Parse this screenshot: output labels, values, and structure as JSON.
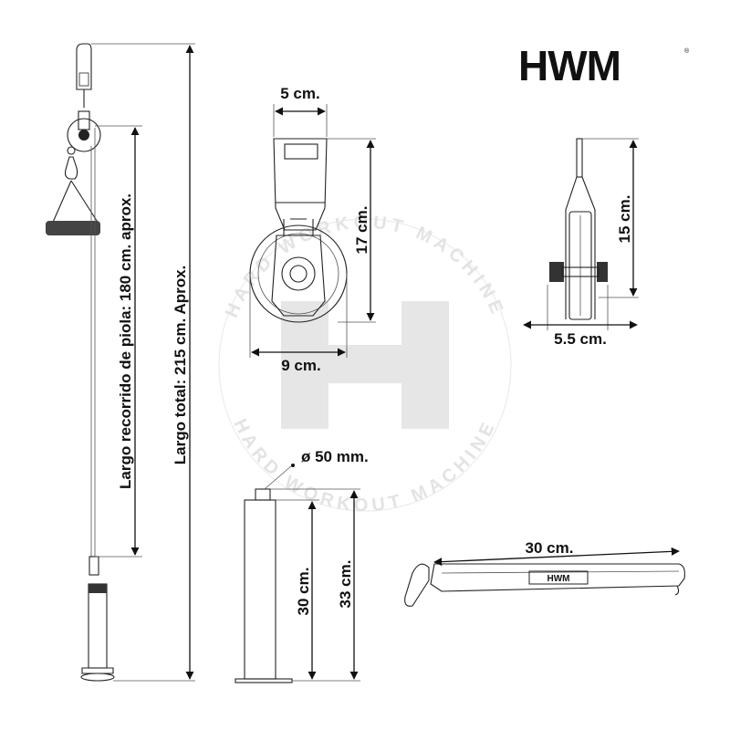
{
  "brand": {
    "logo_text": "HWM",
    "registered_mark": "®",
    "handle_badge_text": "HWM"
  },
  "watermark": {
    "letter": "H",
    "ring_text_top": "HARD WORKOUT MACHINE",
    "ring_text_bottom": "HARD WORKOUT MACHINE"
  },
  "dimensions": {
    "cable_travel": "Largo recorrido de piola: 180 cm. aprox.",
    "total_length": "Largo total: 215 cm. Aprox.",
    "bracket_width": "5 cm.",
    "pulley_height": "17 cm.",
    "pulley_diameter": "9 cm.",
    "side_height": "15 cm.",
    "side_width": "5.5 cm.",
    "post_diameter": "ø 50 mm.",
    "post_height_inner": "30 cm.",
    "post_height_outer": "33 cm.",
    "handle_length": "30 cm."
  },
  "colors": {
    "ink": "#111111",
    "watermark": "#e3e3e3"
  }
}
